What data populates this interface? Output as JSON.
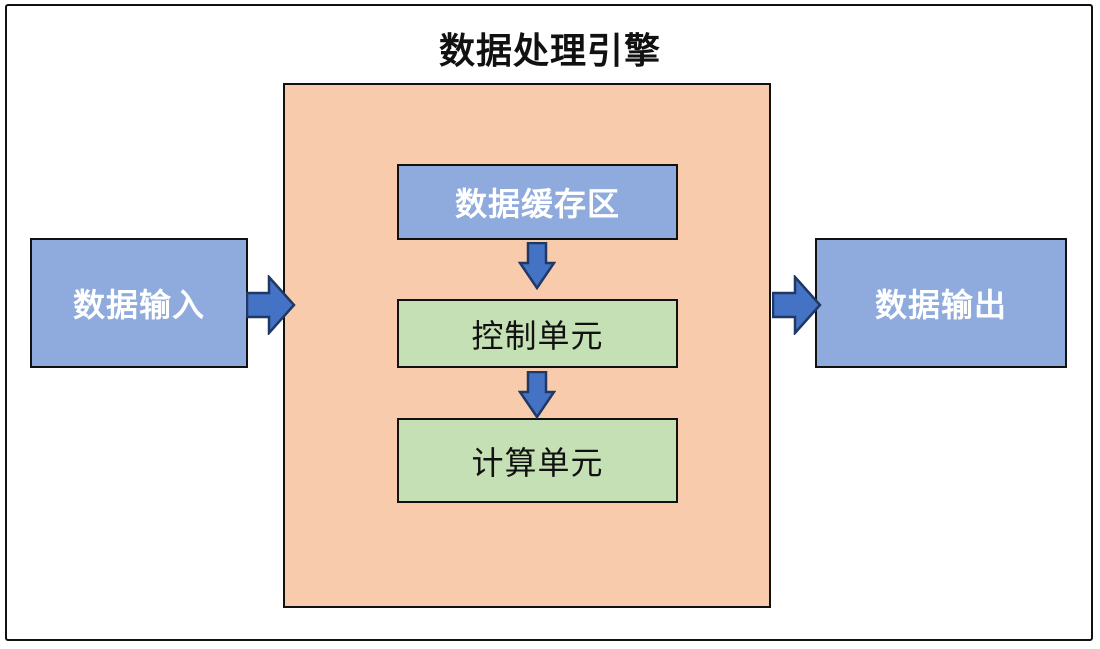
{
  "diagram": {
    "title": "数据处理引擎",
    "nodes": {
      "input": {
        "label": "数据输入"
      },
      "output": {
        "label": "数据输出"
      },
      "buffer": {
        "label": "数据缓存区"
      },
      "control": {
        "label": "控制单元"
      },
      "compute": {
        "label": "计算单元"
      }
    },
    "edges": [
      {
        "from": "input",
        "to": "engine-container",
        "direction": "right"
      },
      {
        "from": "buffer",
        "to": "control",
        "direction": "down"
      },
      {
        "from": "control",
        "to": "compute",
        "direction": "down"
      },
      {
        "from": "engine-container",
        "to": "output",
        "direction": "right"
      }
    ],
    "colors": {
      "blue_fill": "#8FAADC",
      "green_fill": "#C5E0B4",
      "orange_fill": "#F8CBAD",
      "arrow_fill": "#4472C4",
      "arrow_stroke": "#203864",
      "border": "#111111"
    }
  }
}
